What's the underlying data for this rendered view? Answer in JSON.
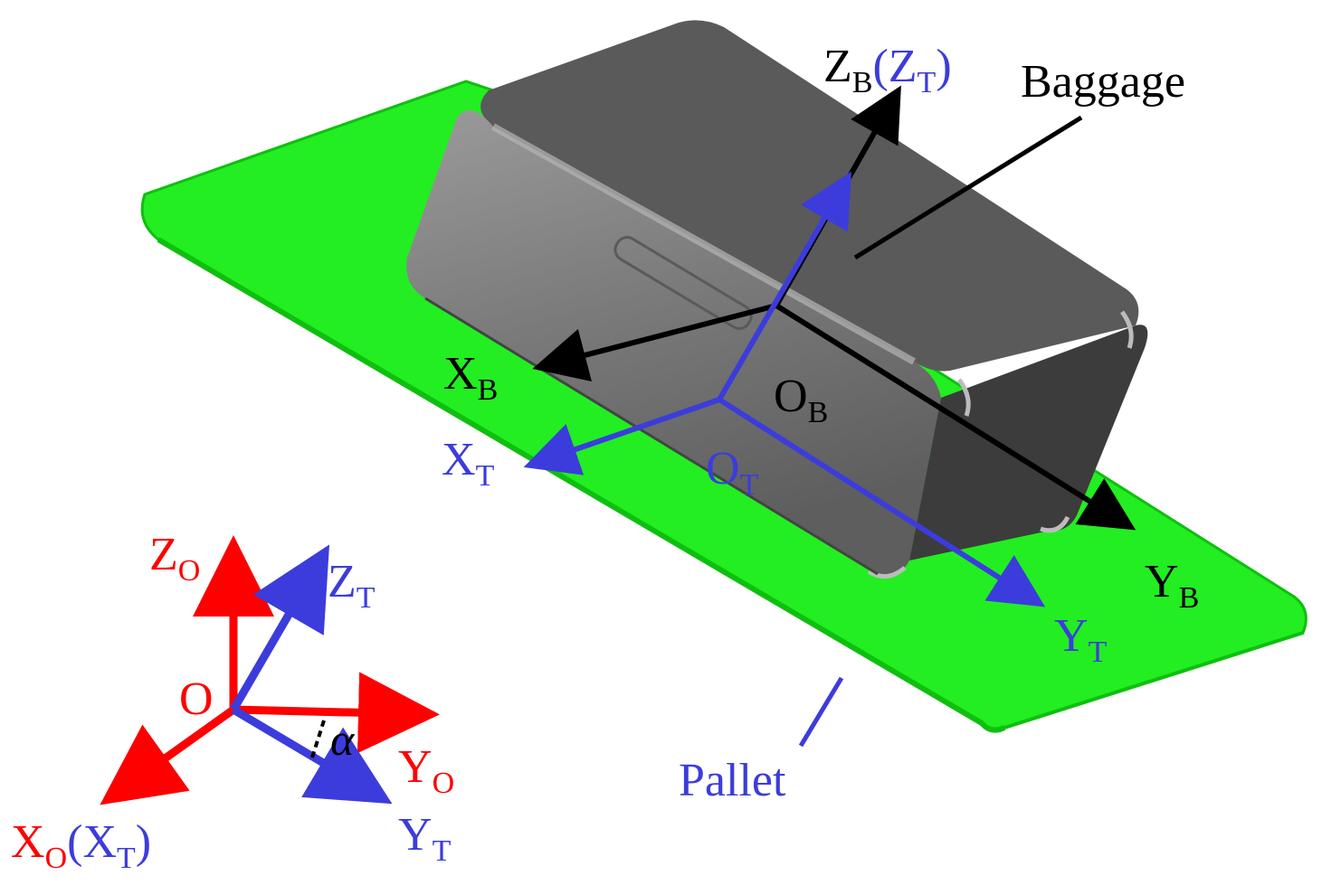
{
  "labels": {
    "baggage": "Baggage",
    "pallet": "Pallet",
    "alpha": "α",
    "frames": {
      "ZB": {
        "main": "Z",
        "sub": "B"
      },
      "ZT_paren": {
        "open": "(",
        "main": "Z",
        "sub": "T",
        "close": ")"
      },
      "XB": {
        "main": "X",
        "sub": "B"
      },
      "OB": {
        "main": "O",
        "sub": "B"
      },
      "YB": {
        "main": "Y",
        "sub": "B"
      },
      "XT": {
        "main": "X",
        "sub": "T"
      },
      "OT": {
        "main": "O",
        "sub": "T"
      },
      "YT": {
        "main": "Y",
        "sub": "T"
      },
      "ZO": {
        "main": "Z",
        "sub": "O"
      },
      "ZT2": {
        "main": "Z",
        "sub": "T"
      },
      "O": {
        "main": "O"
      },
      "YO": {
        "main": "Y",
        "sub": "O"
      },
      "XO": {
        "main": "X",
        "sub": "O"
      },
      "XT_paren": {
        "open": "(",
        "main": "X",
        "sub": "T",
        "close": ")"
      },
      "YT2": {
        "main": "Y",
        "sub": "T"
      }
    }
  },
  "colors": {
    "pallet": "#22ee22",
    "pallet_edge": "#0fbf0f",
    "baggage_top": "#5a5a5a",
    "baggage_side": "#7b7b7b",
    "baggage_end": "#3c3c3c",
    "black": "#000000",
    "blue": "#3c3cdc",
    "red": "#ff0000"
  }
}
